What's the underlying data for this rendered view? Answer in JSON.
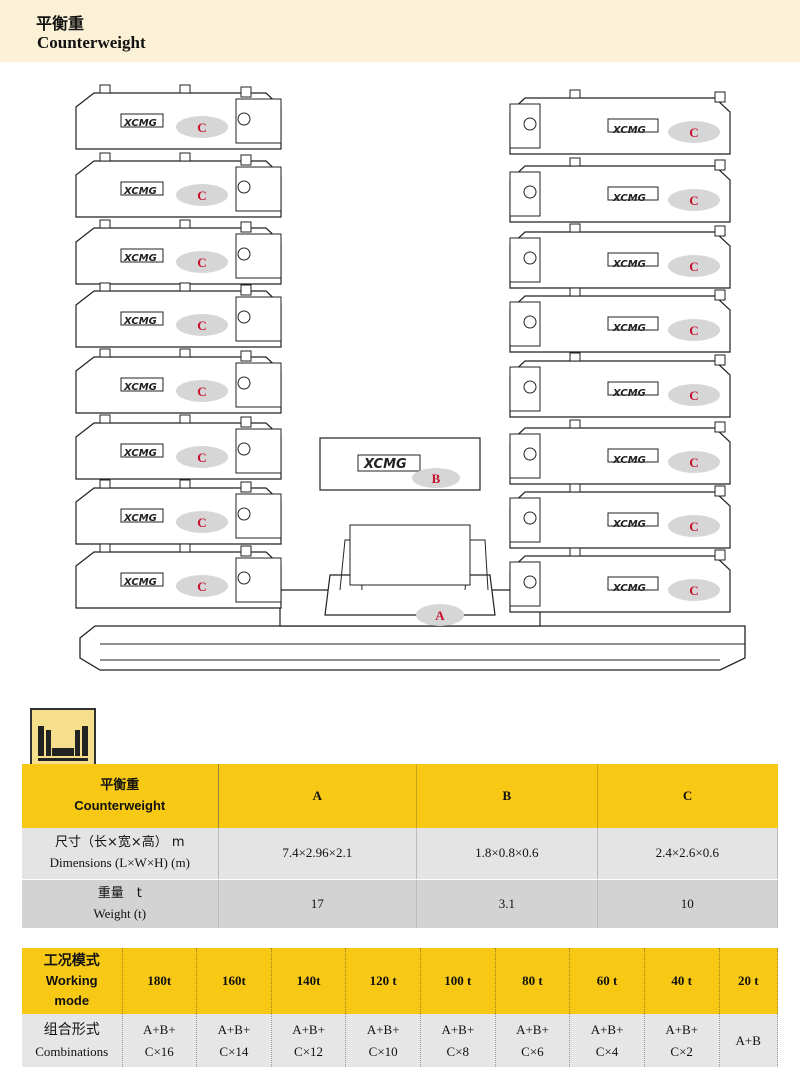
{
  "header": {
    "title_zh": "平衡重",
    "title_en": "Counterweight"
  },
  "illustration": {
    "logo_text": "XCMG",
    "label_a": "A",
    "label_b": "B",
    "label_c": "C"
  },
  "weight_table": {
    "header_label_zh": "平衡重",
    "header_label_en": "Counterweight",
    "columns": [
      "A",
      "B",
      "C"
    ],
    "rows": [
      {
        "label_zh": "尺寸（长×宽×高） m",
        "label_en": "Dimensions (L×W×H)  (m)",
        "values": [
          "7.4×2.96×2.1",
          "1.8×0.8×0.6",
          "2.4×2.6×0.6"
        ]
      },
      {
        "label_zh": "重量　t",
        "label_en": "Weight (t)",
        "values": [
          "17",
          "3.1",
          "10"
        ]
      }
    ]
  },
  "mode_table": {
    "header_label_zh": "工况模式",
    "header_label_en_1": "Working",
    "header_label_en_2": "mode",
    "modes": [
      "180t",
      "160t",
      "140t",
      "120 t",
      "100 t",
      "80 t",
      "60 t",
      "40 t",
      "20 t"
    ],
    "row_label_zh": "组合形式",
    "row_label_en": "Combinations",
    "combos": [
      [
        "A+B+",
        "C×16"
      ],
      [
        "A+B+",
        "C×14"
      ],
      [
        "A+B+",
        "C×12"
      ],
      [
        "A+B+",
        "C×10"
      ],
      [
        "A+B+",
        "C×8"
      ],
      [
        "A+B+",
        "C×6"
      ],
      [
        "A+B+",
        "C×4"
      ],
      [
        "A+B+",
        "C×2"
      ],
      [
        "A+B",
        ""
      ]
    ]
  }
}
